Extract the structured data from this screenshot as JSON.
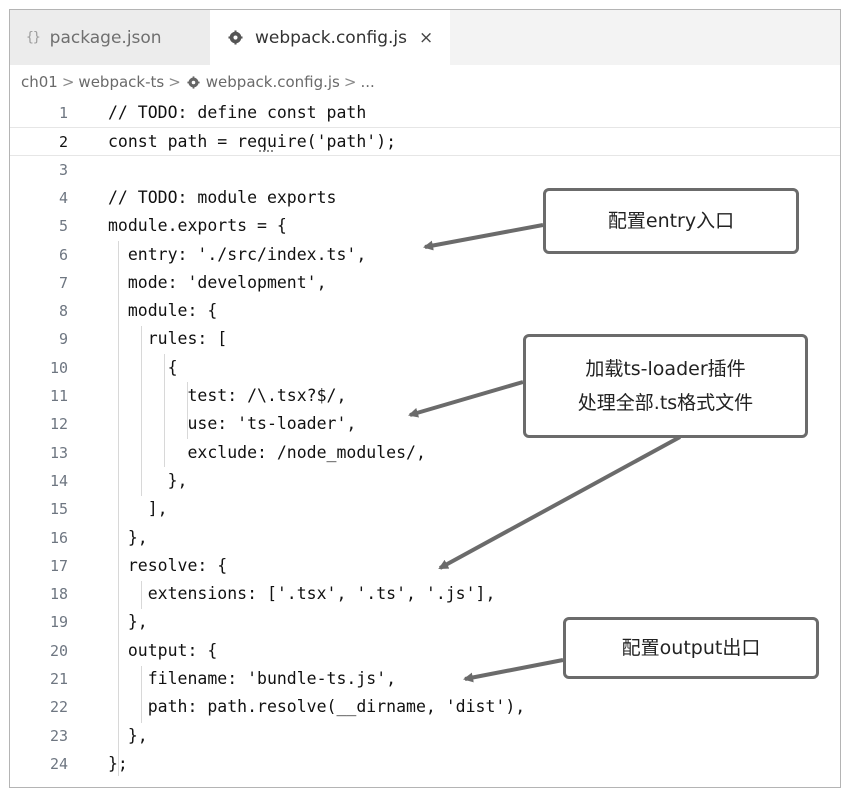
{
  "tabs": [
    {
      "icon": "{}",
      "label": "package.json",
      "active": false
    },
    {
      "icon": "gear-icon",
      "label": "webpack.config.js",
      "close": "×",
      "active": true
    }
  ],
  "breadcrumb": {
    "parts": [
      "ch01",
      "webpack-ts",
      "webpack.config.js",
      "..."
    ],
    "separator": ">"
  },
  "code_lines": [
    {
      "n": "1",
      "text": "// TODO: define const path"
    },
    {
      "n": "2",
      "text": "const path = require('path');"
    },
    {
      "n": "3",
      "text": ""
    },
    {
      "n": "4",
      "text": "// TODO: module exports"
    },
    {
      "n": "5",
      "text": "module.exports = {"
    },
    {
      "n": "6",
      "text": "  entry: './src/index.ts',"
    },
    {
      "n": "7",
      "text": "  mode: 'development',"
    },
    {
      "n": "8",
      "text": "  module: {"
    },
    {
      "n": "9",
      "text": "    rules: ["
    },
    {
      "n": "10",
      "text": "      {"
    },
    {
      "n": "11",
      "text": "        test: /\\.tsx?$/,"
    },
    {
      "n": "12",
      "text": "        use: 'ts-loader',"
    },
    {
      "n": "13",
      "text": "        exclude: /node_modules/,"
    },
    {
      "n": "14",
      "text": "      },"
    },
    {
      "n": "15",
      "text": "    ],"
    },
    {
      "n": "16",
      "text": "  },"
    },
    {
      "n": "17",
      "text": "  resolve: {"
    },
    {
      "n": "18",
      "text": "    extensions: ['.tsx', '.ts', '.js'],"
    },
    {
      "n": "19",
      "text": "  },"
    },
    {
      "n": "20",
      "text": "  output: {"
    },
    {
      "n": "21",
      "text": "    filename: 'bundle-ts.js',"
    },
    {
      "n": "22",
      "text": "    path: path.resolve(__dirname, 'dist'),"
    },
    {
      "n": "23",
      "text": "  },"
    },
    {
      "n": "24",
      "text": "};"
    }
  ],
  "annotations": {
    "entry": "配置entry入口",
    "loader_line1": "加载ts-loader插件",
    "loader_line2": "处理全部.ts格式文件",
    "output": "配置output出口"
  },
  "colors": {
    "tab_bar": "#f3f3f3",
    "code_text": "#111111",
    "line_number": "#6e7681",
    "callout_border": "#6b6b6b",
    "arrow": "#6b6b6b"
  }
}
